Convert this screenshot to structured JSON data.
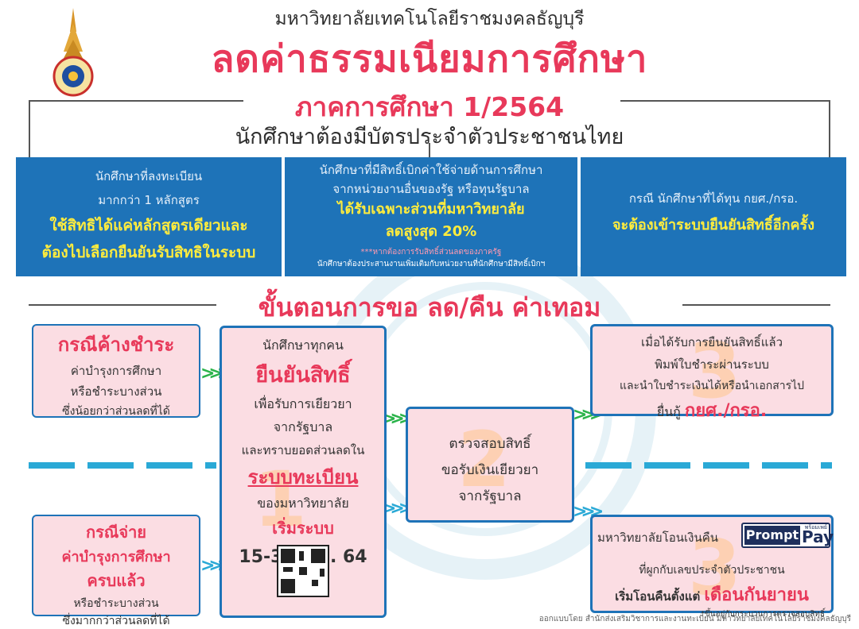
{
  "header": {
    "university": "มหาวิทยาลัยเทคโนโลยีราชมงคลธัญบุรี",
    "title": "ลดค่าธรรมเนียมการศึกษา",
    "term": "ภาคการศึกษา 1/2564",
    "requirement": "นักศึกษาต้องมีบัตรประจำตัวประชาชนไทย"
  },
  "conditions": [
    {
      "line1": "นักศึกษาที่ลงทะเบียน",
      "line2": "มากกว่า 1 หลักสูตร",
      "highlight1": "ใช้สิทธิได้แค่หลักสูตรเดียวและ",
      "highlight2": "ต้องไปเลือกยืนยันรับสิทธิในระบบ"
    },
    {
      "line1": "นักศึกษาที่มีสิทธิ์เบิกค่าใช้จ่ายด้านการศึกษา",
      "line2": "จากหน่วยงานอื่นของรัฐ หรือทุนรัฐบาล",
      "highlight1": "ได้รับเฉพาะส่วนที่มหาวิทยาลัย",
      "highlight2": "ลดสูงสุด 20%",
      "note1": "***หากต้องการรับสิทธิ์ส่วนลดของภาครัฐ",
      "note2": "นักศึกษาต้องประสานงานเพิ่มเติมกับหน่วยงานที่นักศึกษามีสิทธิ์เบิกฯ"
    },
    {
      "line1": "กรณี นักศึกษาที่ได้ทุน กยศ./กรอ.",
      "highlight1": "จะต้องเข้าระบบยืนยันสิทธิ์อีกครั้ง"
    }
  ],
  "steps_title": "ขั้นตอนการขอ ลด/คืน ค่าเทอม",
  "case_unpaid": {
    "title": "กรณีค้างชำระ",
    "line1": "ค่าบำรุงการศึกษา",
    "line2": "หรือชำระบางส่วน",
    "line3": "ซึ่งน้อยกว่าส่วนลดที่ได้"
  },
  "case_paid": {
    "title1": "กรณีจ่าย",
    "title2": "ค่าบำรุงการศึกษา",
    "title3": "ครบแล้ว",
    "line1": "หรือชำระบางส่วน",
    "line2": "ซึ่งมากกว่าส่วนลดที่ได้"
  },
  "step1": {
    "number": "1",
    "line1": "นักศึกษาทุกคน",
    "headline": "ยืนยันสิทธิ์",
    "line2": "เพื่อรับการเยียวยา",
    "line3": "จากรัฐบาล",
    "line4": "และทราบยอดส่วนลดใน",
    "system": "ระบบทะเบียน",
    "line5": "ของมหาวิทยาลัย",
    "start": "เริ่มระบบ",
    "dates": "15-30 ส.ค. 64"
  },
  "step2": {
    "number": "2",
    "line1": "ตรวจสอบสิทธิ์",
    "line2": "ขอรับเงินเยียวยา",
    "line3": "จากรัฐบาล"
  },
  "step3a": {
    "number": "3",
    "line1": "เมื่อได้รับการยืนยันสิทธิ์แล้ว",
    "line2": "พิมพ์ใบชำระผ่านระบบ",
    "line3": "และนำใบชำระเงินได้หรือนำเอกสารไป",
    "line4": "ยื่นกู้",
    "loan": "กยศ./กรอ."
  },
  "step3b": {
    "number": "3",
    "line1": "มหาวิทยาลัยโอนเงินคืน",
    "promptpay_small": "พร้อมเพย์",
    "promptpay_box": "Prompt",
    "promptpay_word": "Pay",
    "line2": "ที่ผูกกับเลขประจำตัวประชาชน",
    "line3": "เริ่มโอนคืนตั้งแต่",
    "month": "เดือนกันยายน",
    "note": "*ขึ้นอยู่กับกระบวนการตรวจสอบสิทธิ์"
  },
  "footer": "ออกแบบโดย สำนักส่งเสริมวิชาการและงานทะเบียน มหาวิทยาลัยเทคโนโลยีราชมงคลธัญบุรี",
  "colors": {
    "accent_red": "#e8395a",
    "blue": "#1e73b8",
    "pink": "#fbdde3",
    "yellow": "#ffec3d",
    "cyan": "#2aa9d6",
    "green": "#2ab34a"
  }
}
